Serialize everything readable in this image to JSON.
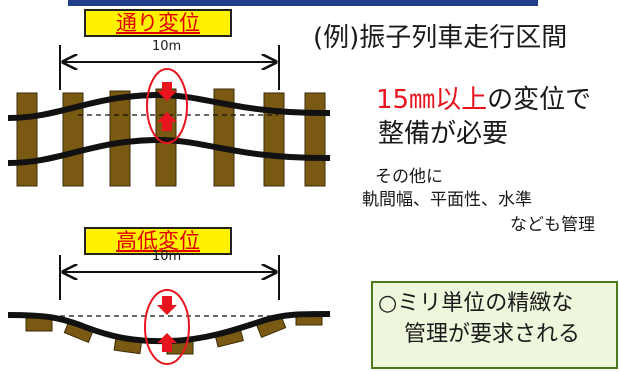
{
  "colors": {
    "label_bg": "#fff200",
    "label_text": "#e00000",
    "rail": "#111111",
    "sleeper": "#7a5a12",
    "highlight": "#e8141e",
    "callout_bg": "#eef6dc",
    "callout_border": "#4b7a1c",
    "top_bar": "#1f3f87"
  },
  "alignment": {
    "label": "通り変位",
    "span": "10m"
  },
  "vertical": {
    "label": "高低変位",
    "span": "10m"
  },
  "example_heading": "(例)振子列車走行区間",
  "requirement": {
    "highlight": "15㎜以上",
    "rest": "の変位で",
    "line2": "整備が必要"
  },
  "others": {
    "line1": "その他に",
    "line2": "軌間幅、平面性、水準",
    "line3": "なども管理"
  },
  "callout": {
    "line1": "○ミリ単位の精緻な",
    "line2": "管理が要求される"
  },
  "icons": [
    "arrow-down-icon",
    "arrow-up-icon"
  ]
}
